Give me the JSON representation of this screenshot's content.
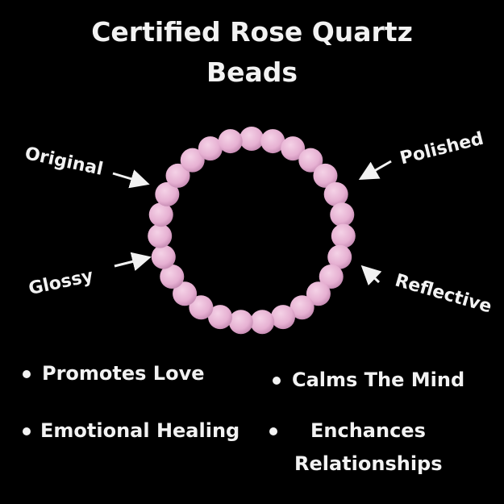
{
  "title": {
    "line1": "Certified Rose Quartz",
    "line2": "Beads"
  },
  "labels": {
    "original": "Original",
    "polished": "Polished",
    "glossy": "Glossy",
    "reflective": "Reflective"
  },
  "benefits": [
    "Promotes Love",
    "Calms The Mind",
    "Emotional Healing",
    "Enchances",
    "Relationships"
  ],
  "bracelet": {
    "bead_count": 27,
    "bead_color": "#e8b4d4",
    "string_color": "#f07cc0"
  }
}
